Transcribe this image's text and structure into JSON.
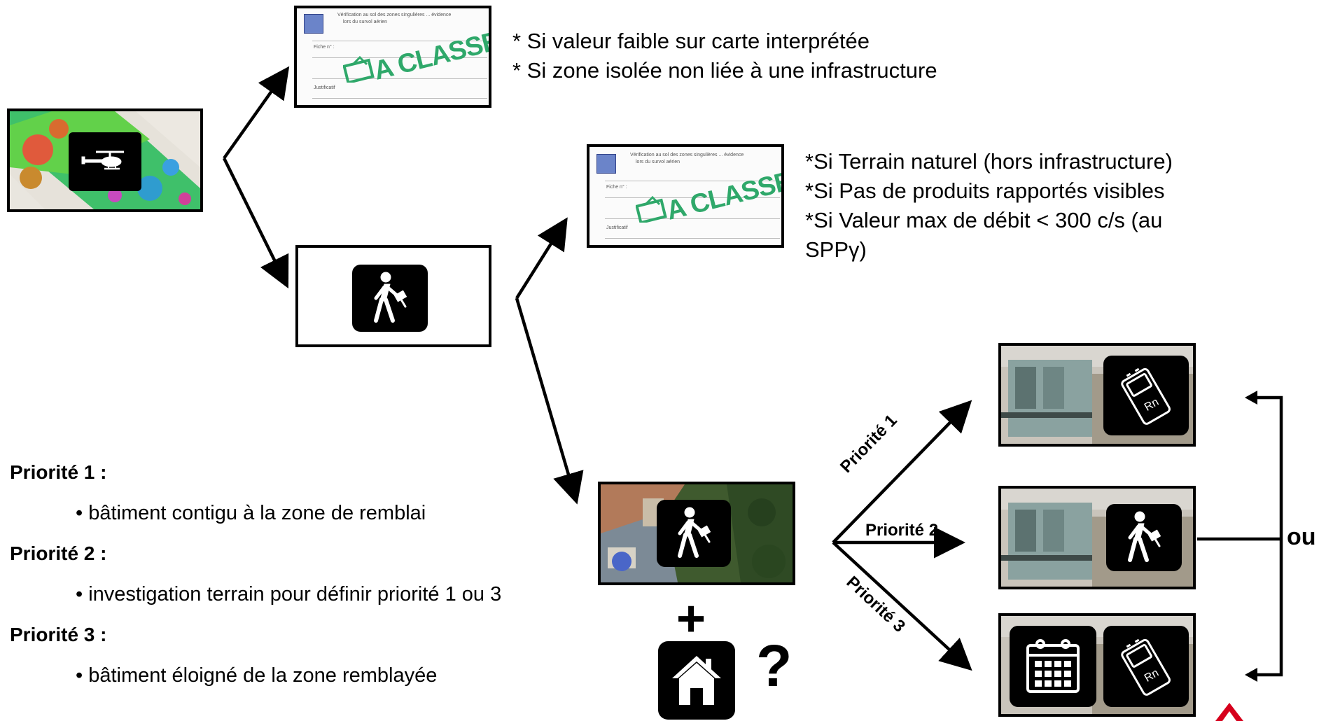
{
  "right_notes_top": {
    "line1": "* Si valeur faible sur carte interprétée",
    "line2": "* Si zone isolée non liée à une infrastructure"
  },
  "right_notes_mid": {
    "line1": "*Si Terrain naturel (hors infrastructure)",
    "line2": "*Si Pas de produits rapportés visibles",
    "line3": "*Si Valeur max de débit < 300 c/s (au",
    "line4": "SPPγ)"
  },
  "stamp": {
    "label": "A CLASSER"
  },
  "priorities": {
    "p1_title": "Priorité 1 :",
    "p1_text": "• bâtiment contigu à la zone de remblai",
    "p2_title": "Priorité 2 :",
    "p2_text": "• investigation terrain pour définir priorité 1 ou 3",
    "p3_title": "Priorité 3 :",
    "p3_text": "• bâtiment éloigné de la zone remblayée"
  },
  "arrow_labels": {
    "p1": "Priorité 1",
    "p2": "Priorité 2",
    "p3": "Priorité 3"
  },
  "symbols": {
    "plus": "+",
    "question": "?",
    "or": "ou"
  },
  "icons": [
    "helicopter-icon",
    "walking-person-icon",
    "house-icon",
    "radon-detector-icon",
    "calendar-icon"
  ],
  "colors": {
    "stamp_green": "#2fa86a",
    "frame": "#000000"
  }
}
